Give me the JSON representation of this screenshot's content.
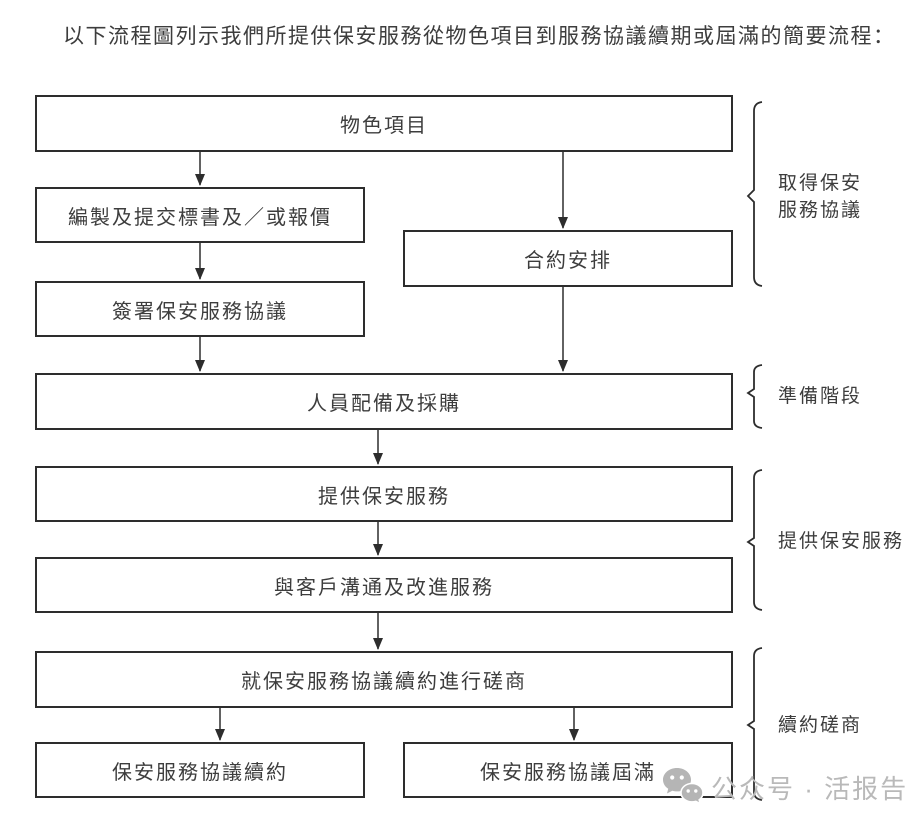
{
  "page": {
    "title": "以下流程圖列示我們所提供保安服務從物色項目到服務協議續期或屆滿的簡要流程："
  },
  "flowchart": {
    "nodes": [
      {
        "id": "identify-project",
        "label": "物色項目"
      },
      {
        "id": "prepare-tender",
        "label": "編製及提交標書及／或報價"
      },
      {
        "id": "contract-arrangement",
        "label": "合約安排"
      },
      {
        "id": "sign-agreement",
        "label": "簽署保安服務協議"
      },
      {
        "id": "staffing-procurement",
        "label": "人員配備及採購"
      },
      {
        "id": "provide-services",
        "label": "提供保安服務"
      },
      {
        "id": "communicate-improve",
        "label": "與客戶溝通及改進服務"
      },
      {
        "id": "negotiate-renewal",
        "label": "就保安服務協議續約進行磋商"
      },
      {
        "id": "agreement-renewal",
        "label": "保安服務協議續約"
      },
      {
        "id": "agreement-expiry",
        "label": "保安服務協議屆滿"
      }
    ],
    "stages": [
      {
        "lines": [
          "取得保安",
          "服務協議"
        ]
      },
      {
        "lines": [
          "準備階段"
        ]
      },
      {
        "lines": [
          "提供保安服務"
        ]
      },
      {
        "lines": [
          "續約磋商"
        ]
      }
    ]
  },
  "watermark": {
    "icon": "wechat-icon",
    "text": "公众号 · 活报告"
  },
  "colors": {
    "line": "#2d2d2d",
    "text": "#3d3d3d",
    "watermark": "#b9b9b9"
  }
}
